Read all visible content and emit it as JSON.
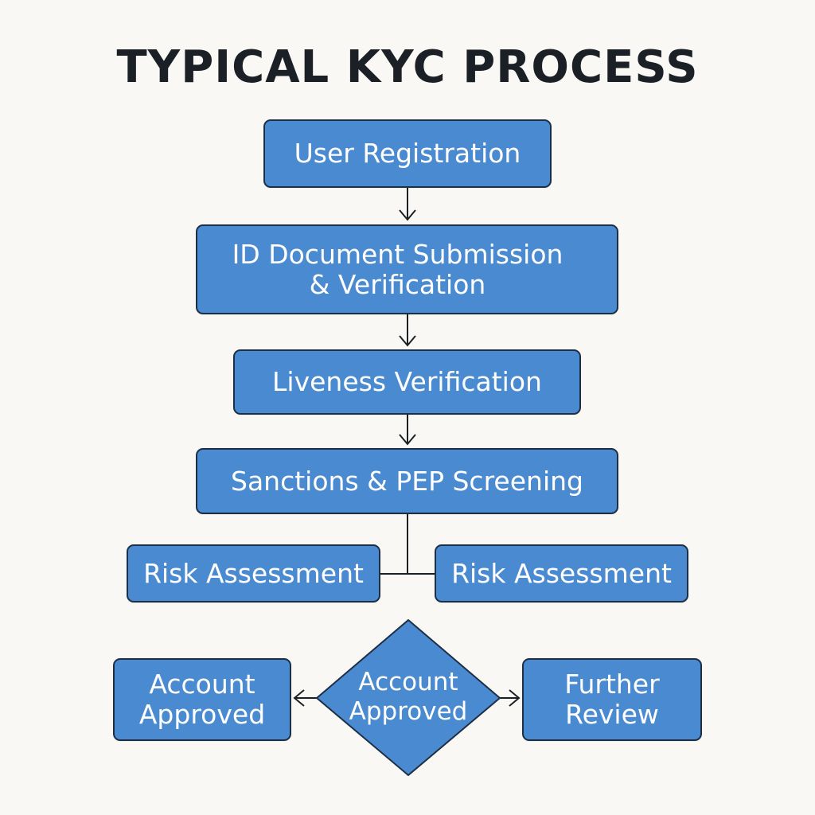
{
  "title": "TYPICAL KYC PROCESS",
  "colors": {
    "box_fill": "#4a8ad0",
    "box_border": "#1d2f45",
    "connector": "#1b1f26",
    "background": "#faf8f4"
  },
  "steps": {
    "user_registration": "User Registration",
    "id_document": {
      "line1": "ID Document Submission",
      "line2": "& Verification"
    },
    "liveness": "Liveness Verification",
    "sanctions": "Sanctions & PEP Screening",
    "risk_left": "Risk Assessment",
    "risk_right": "Risk Assessment"
  },
  "decision": {
    "line1": "Account",
    "line2": "Approved"
  },
  "outcomes": {
    "left": {
      "line1": "Account",
      "line2": "Approved"
    },
    "right": {
      "line1": "Further",
      "line2": "Review"
    }
  }
}
